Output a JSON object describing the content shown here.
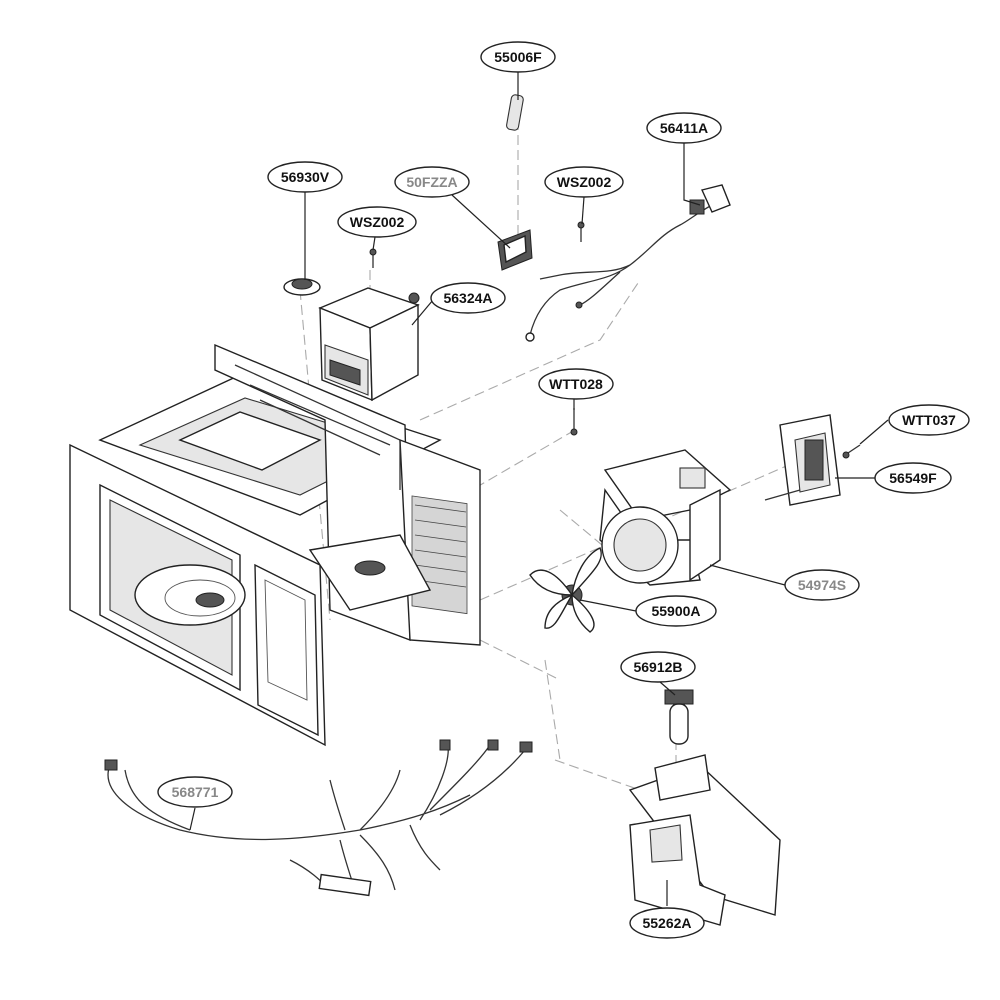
{
  "diagram": {
    "part_labels": [
      {
        "id": "p1",
        "text": "55006F",
        "muted": false
      },
      {
        "id": "p2",
        "text": "56411A",
        "muted": false
      },
      {
        "id": "p3",
        "text": "56930V",
        "muted": false
      },
      {
        "id": "p4",
        "text": "50FZZA",
        "muted": true
      },
      {
        "id": "p5",
        "text": "WSZ002",
        "muted": false
      },
      {
        "id": "p6",
        "text": "WSZ002",
        "muted": false
      },
      {
        "id": "p7",
        "text": "56324A",
        "muted": false
      },
      {
        "id": "p8",
        "text": "WTT028",
        "muted": false
      },
      {
        "id": "p9",
        "text": "WTT037",
        "muted": false
      },
      {
        "id": "p10",
        "text": "56549F",
        "muted": false
      },
      {
        "id": "p11",
        "text": "54974S",
        "muted": true
      },
      {
        "id": "p12",
        "text": "55900A",
        "muted": false
      },
      {
        "id": "p13",
        "text": "56912B",
        "muted": false
      },
      {
        "id": "p14",
        "text": "568771",
        "muted": true
      },
      {
        "id": "p15",
        "text": "55262A",
        "muted": false
      }
    ]
  }
}
